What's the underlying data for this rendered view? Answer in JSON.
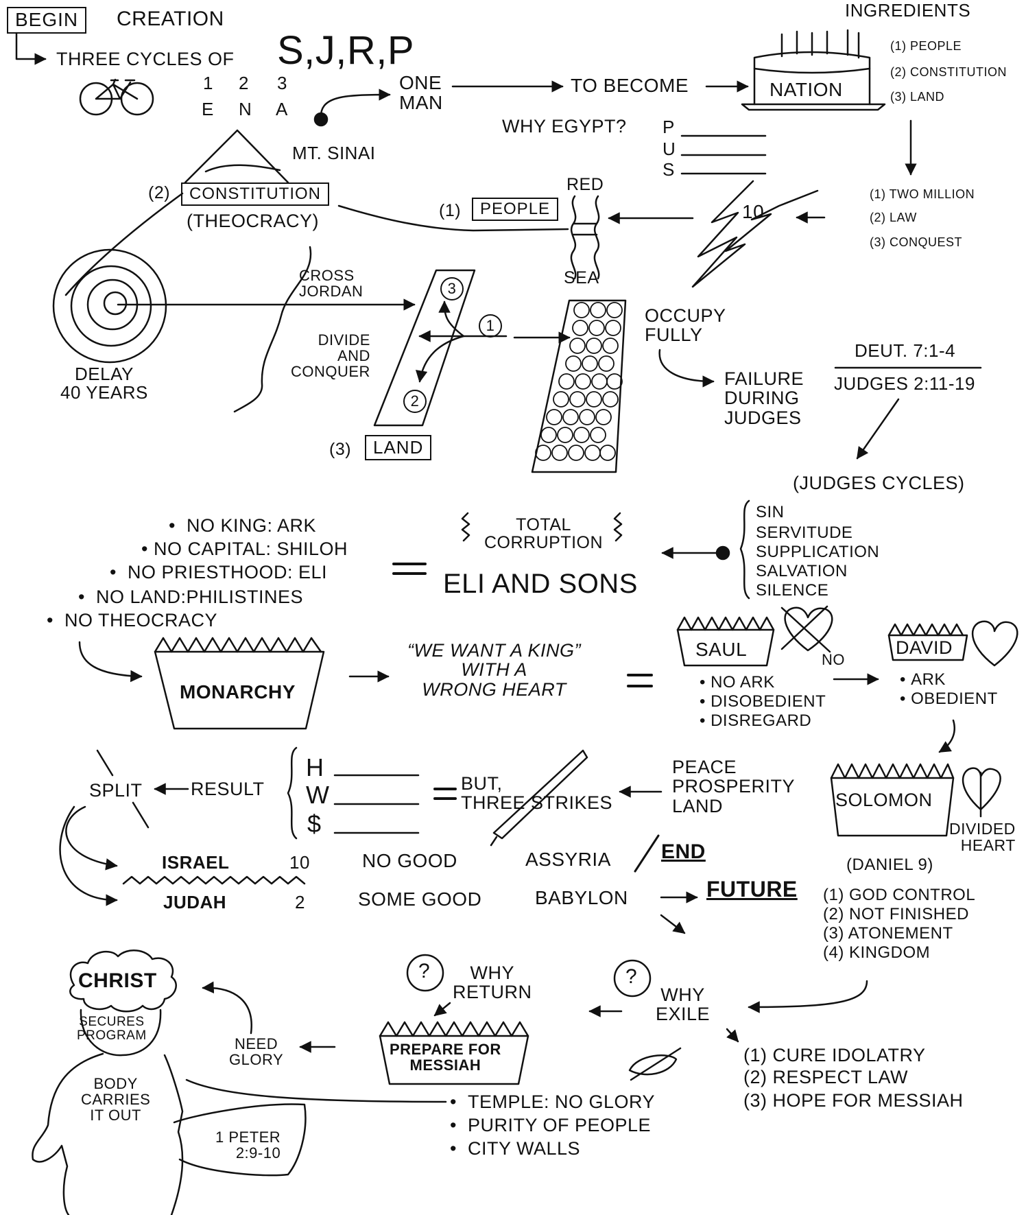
{
  "top": {
    "begin": "BEGIN",
    "creation": "CREATION",
    "three_cycles": "THREE CYCLES OF",
    "sjrp": "S,J,R,P",
    "nums": [
      "1",
      "2",
      "3"
    ],
    "letters": [
      "E",
      "N",
      "A"
    ],
    "one_man": "ONE\nMAN",
    "to_become": "TO BECOME",
    "nation": "NATION",
    "ingredients": "INGREDIENTS",
    "ingredient_items": [
      "(1) PEOPLE",
      "(2) CONSTITUTION",
      "(3) LAND"
    ],
    "why_egypt": "WHY EGYPT?",
    "pus": [
      "P",
      "U",
      "S"
    ]
  },
  "exodus": {
    "mt_sinai": "MT. SINAI",
    "constitution_num": "(2)",
    "constitution": "CONSTITUTION",
    "theocracy": "(THEOCRACY)",
    "people_num": "(1)",
    "people": "PEOPLE",
    "red": "RED",
    "sea": "SEA",
    "ten": "10",
    "outcomes": [
      "(1) TWO MILLION",
      "(2) LAW",
      "(3) CONQUEST"
    ],
    "cross_jordan": "CROSS\nJORDAN",
    "delay": "DELAY\n40 YEARS",
    "divide": "DIVIDE\nAND\nCONQUER",
    "circle_nums": [
      "1",
      "2",
      "3"
    ],
    "land_num": "(3)",
    "land": "LAND",
    "occupy": "OCCUPY\nFULLY",
    "failure": "FAILURE\nDURING\nJUDGES",
    "deut": "DEUT. 7:1-4",
    "judges_ref": "JUDGES 2:11-19",
    "judges_cycles": "(JUDGES CYCLES)"
  },
  "judges": {
    "no_list": [
      "NO KING: ARK",
      "NO CAPITAL: SHILOH",
      "NO PRIESTHOOD: ELI",
      "NO LAND:PHILISTINES",
      "NO THEOCRACY"
    ],
    "equals": "=",
    "total_corruption": "TOTAL\nCORRUPTION",
    "eli_sons": "ELI AND SONS",
    "cycle": [
      "SIN",
      "SERVITUDE",
      "SUPPLICATION",
      "SALVATION",
      "SILENCE"
    ]
  },
  "monarchy": {
    "monarchy": "MONARCHY",
    "want_king": "“WE WANT A KING”\nWITH A\nWRONG HEART",
    "saul": "SAUL",
    "no": "NO",
    "saul_list": [
      "NO ARK",
      "DISOBEDIENT",
      "DISREGARD"
    ],
    "david": "DAVID",
    "david_list": [
      "ARK",
      "OBEDIENT"
    ],
    "solomon": "SOLOMON",
    "divided_heart": "DIVIDED\nHEART",
    "peace": "PEACE\nPROSPERITY\nLAND",
    "but": "BUT,\nTHREE STRIKES",
    "hws": [
      "H",
      "W",
      "$"
    ],
    "result": "RESULT",
    "split": "SPLIT"
  },
  "kingdoms": {
    "israel": "ISRAEL",
    "israel_num": "10",
    "israel_status": "NO GOOD",
    "assyria": "ASSYRIA",
    "end": "END",
    "judah": "JUDAH",
    "judah_num": "2",
    "judah_status": "SOME GOOD",
    "babylon": "BABYLON",
    "future": "FUTURE",
    "daniel": "(DANIEL 9)",
    "daniel_list": [
      "(1) GOD CONTROL",
      "(2) NOT FINISHED",
      "(3) ATONEMENT",
      "(4) KINGDOM"
    ]
  },
  "exile": {
    "why_return": "WHY\nRETURN",
    "why_exile": "WHY\nEXILE",
    "question": "?",
    "prepare": "PREPARE FOR\nMESSIAH",
    "exile_reasons": [
      "(1) CURE IDOLATRY",
      "(2) RESPECT LAW",
      "(3) HOPE FOR MESSIAH"
    ],
    "need_glory": "NEED\nGLORY",
    "return_list": [
      "TEMPLE: NO GLORY",
      "PURITY OF PEOPLE",
      "CITY WALLS"
    ],
    "christ": "CHRIST",
    "secures": "SECURES\nPROGRAM",
    "body": "BODY\nCARRIES\nIT OUT",
    "peter": "1 PETER\n2:9-10"
  }
}
